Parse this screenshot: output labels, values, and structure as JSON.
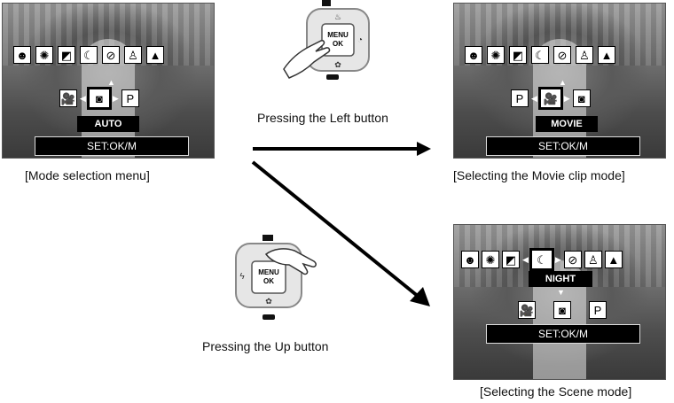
{
  "captions": {
    "mode_menu": "[Mode selection menu]",
    "movie_mode": "[Selecting the Movie clip mode]",
    "scene_mode": "[Selecting the Scene mode]",
    "left_button": "Pressing the Left button",
    "up_button": "Pressing the Up button"
  },
  "screens": {
    "auto": {
      "label": "AUTO",
      "set": "SET:OK/M"
    },
    "movie": {
      "label": "MOVIE",
      "set": "SET:OK/M"
    },
    "night": {
      "label": "NIGHT",
      "set": "SET:OK/M"
    }
  },
  "dial": {
    "center_line1": "MENU",
    "center_line2": "OK"
  },
  "icons": [
    "portrait-icon",
    "firework-icon",
    "backlight-icon",
    "night-icon",
    "sport-icon",
    "person-icon",
    "landscape-icon",
    "movie-icon",
    "camera-icon",
    "program-icon",
    "hand-pointer-icon"
  ]
}
